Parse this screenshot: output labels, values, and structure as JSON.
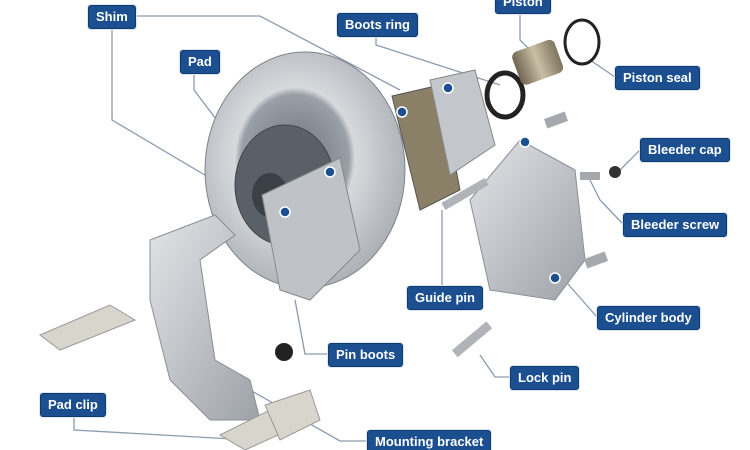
{
  "labels": {
    "shim": "Shim",
    "boots_ring": "Boots ring",
    "piston": "Piston",
    "pad": "Pad",
    "piston_seal": "Piston seal",
    "bleeder_cap": "Bleeder cap",
    "bleeder_screw": "Bleeder screw",
    "guide_pin": "Guide pin",
    "cylinder_body": "Cylinder body",
    "pin_boots": "Pin boots",
    "lock_pin": "Lock pin",
    "pad_clip": "Pad clip",
    "mounting_bracket": "Mounting bracket"
  },
  "colors": {
    "label_bg": "#1b4f8f",
    "leader_line": "#8a9bb0",
    "metal": "#b8bcc2"
  }
}
